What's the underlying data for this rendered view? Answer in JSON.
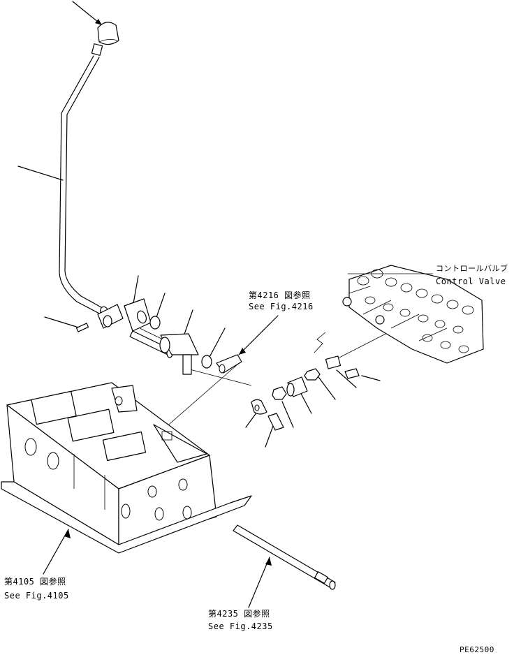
{
  "labels": {
    "fig4216_jp": "第4216 図参照",
    "fig4216_en": "See Fig.4216",
    "control_valve_jp": "コントロールバルブ",
    "control_valve_en": "Control Valve",
    "fig4105_jp": "第4105 図参照",
    "fig4105_en": "See Fig.4105",
    "fig4235_jp": "第4235 図参照",
    "fig4235_en": "See Fig.4235",
    "drawing_code": "PE62500"
  }
}
